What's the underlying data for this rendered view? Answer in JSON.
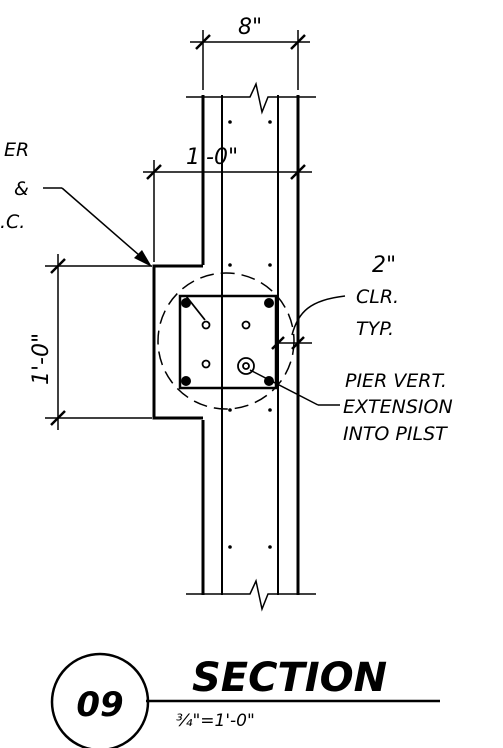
{
  "dimensions": {
    "wall_width": "8\"",
    "pilaster_width": "1'-0\"",
    "pilaster_depth": "1'-0\""
  },
  "notes": {
    "left_note": [
      "ER",
      "&",
      ".C."
    ],
    "clearance_note": [
      "2\"",
      "CLR.",
      "TYP."
    ],
    "pier_note": [
      "PIER  VERT.",
      "EXTENSION",
      "INTO  PILST"
    ]
  },
  "title_block": {
    "detail_number": "09",
    "title": "SECTION",
    "scale": "¾\"=1'-0\""
  }
}
